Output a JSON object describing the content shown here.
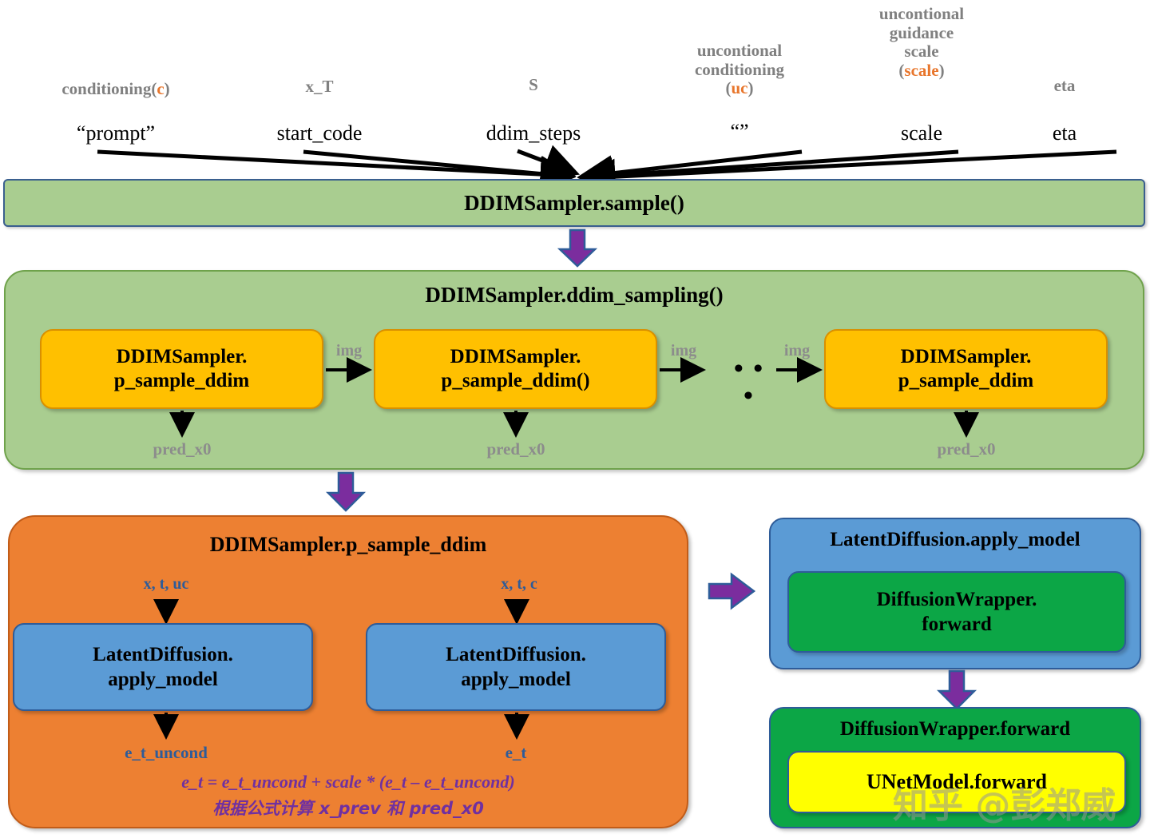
{
  "params": [
    {
      "desc": "conditioning(c)",
      "desc_plain": "conditioning(",
      "highlight": "c",
      "desc_tail": ")",
      "value": "“prompt”"
    },
    {
      "desc": "x_T",
      "value": "start_code"
    },
    {
      "desc": "S",
      "value": "ddim_steps"
    },
    {
      "desc": "uncontional conditioning (uc)",
      "value": "“”"
    },
    {
      "desc": "uncontional guidance scale (scale)",
      "value": "scale"
    },
    {
      "desc": "eta",
      "value": "eta"
    }
  ],
  "param_labels": {
    "conditioning_line1": "conditioning(",
    "conditioning_c": "c",
    "conditioning_close": ")",
    "x_t": "x_T",
    "s": "S",
    "uc_line1": "uncontional",
    "uc_line2": "conditioning",
    "uc_open": "(",
    "uc_code": "uc",
    "uc_close": ")",
    "scale_line1": "uncontional",
    "scale_line2": "guidance",
    "scale_line3": "scale",
    "scale_open": "(",
    "scale_code": "scale",
    "scale_close": ")",
    "eta": "eta"
  },
  "param_values": {
    "prompt": "“prompt”",
    "start_code": "start_code",
    "ddim_steps": "ddim_steps",
    "empty_string": "“”",
    "scale": "scale",
    "eta": "eta"
  },
  "sample_bar": {
    "title": "DDIMSampler.sample()"
  },
  "ddim_sampling": {
    "title": "DDIMSampler.ddim_sampling()",
    "steps": [
      {
        "line1": "DDIMSampler.",
        "line2": "p_sample_ddim",
        "out": "pred_x0"
      },
      {
        "line1": "DDIMSampler.",
        "line2": "p_sample_ddim()",
        "out": "pred_x0"
      },
      {
        "line1": "DDIMSampler.",
        "line2": "p_sample_ddim",
        "out": "pred_x0"
      }
    ],
    "edge_labels": [
      "img",
      "img",
      "img"
    ],
    "ellipsis": "• • •"
  },
  "p_sample_ddim": {
    "title": "DDIMSampler.p_sample_ddim",
    "branches": [
      {
        "input": "x, t, uc",
        "line1": "LatentDiffusion.",
        "line2": "apply_model",
        "output": "e_t_uncond"
      },
      {
        "input": "x, t, c",
        "line1": "LatentDiffusion.",
        "line2": "apply_model",
        "output": "e_t"
      }
    ],
    "formula1": "e_t = e_t_uncond + scale * (e_t – e_t_uncond)",
    "formula2": "根据公式计算 x_prev 和 pred_x0"
  },
  "apply_model_panel": {
    "title": "LatentDiffusion.apply_model",
    "inner_line1": "DiffusionWrapper.",
    "inner_line2": "forward"
  },
  "diffusion_wrapper_panel": {
    "title": "DiffusionWrapper.forward",
    "inner": "UNetModel.forward"
  },
  "watermark": {
    "text": "知乎 @彭郑威"
  },
  "colors": {
    "green_panel": "#A9CD90",
    "gold_box": "#FFC000",
    "orange_panel": "#ED8032",
    "blue_box": "#5B9BD5",
    "green_box": "#0CA646",
    "yellow_box": "#FFFF00",
    "purple_arrow": "#7B2D9E",
    "accent_orange_text": "#E8762C",
    "gray_label": "#808080",
    "io_label_blue": "#2E5C99",
    "formula_purple": "#7030A0"
  }
}
